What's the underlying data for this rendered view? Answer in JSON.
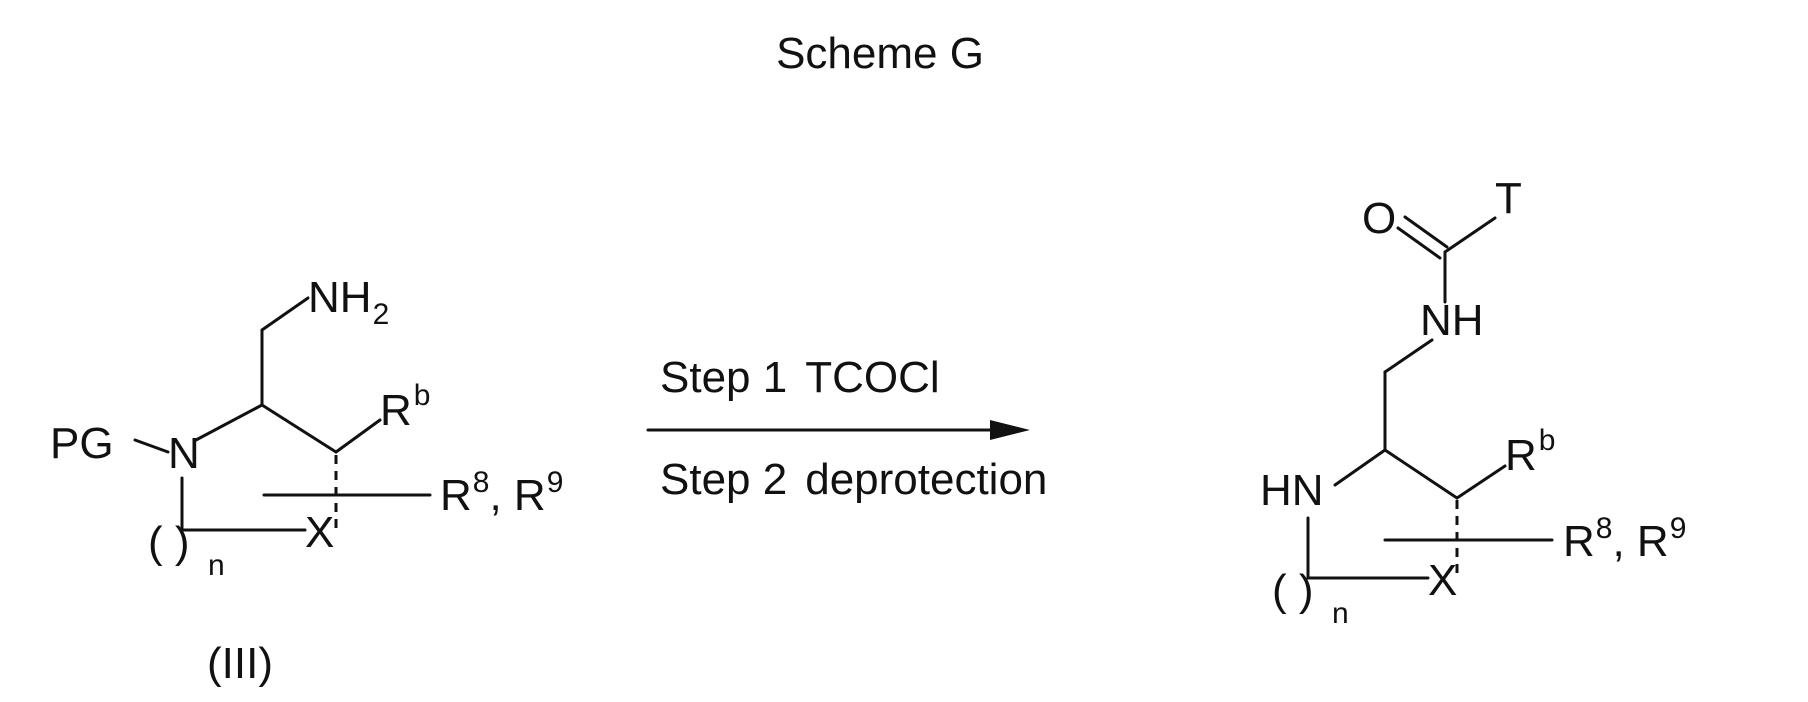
{
  "scheme_title": "Scheme G",
  "reactant": {
    "compound_label": "(III)",
    "pg": "PG",
    "n_atom": "N",
    "nh2_main": "NH",
    "nh2_sub": "2",
    "rb_main": "R",
    "rb_sup": "b",
    "x_atom": "X",
    "ring_paren": "(   )",
    "ring_n": "n",
    "r8_main": "R",
    "r8_sup": "8",
    "r9_sep": ", R",
    "r9_sup": "9"
  },
  "arrow": {
    "step1_label": "Step 1",
    "step1_reagent": "TCOCl",
    "step2_label": "Step 2",
    "step2_reagent": "deprotection"
  },
  "product": {
    "o_atom": "O",
    "t_group": "T",
    "nh_amide": "NH",
    "hn_ring": "HN",
    "rb_main": "R",
    "rb_sup": "b",
    "x_atom": "X",
    "ring_paren": "(   )",
    "ring_n": "n",
    "r8_main": "R",
    "r8_sup": "8",
    "r9_sep": ", R",
    "r9_sup": "9"
  }
}
